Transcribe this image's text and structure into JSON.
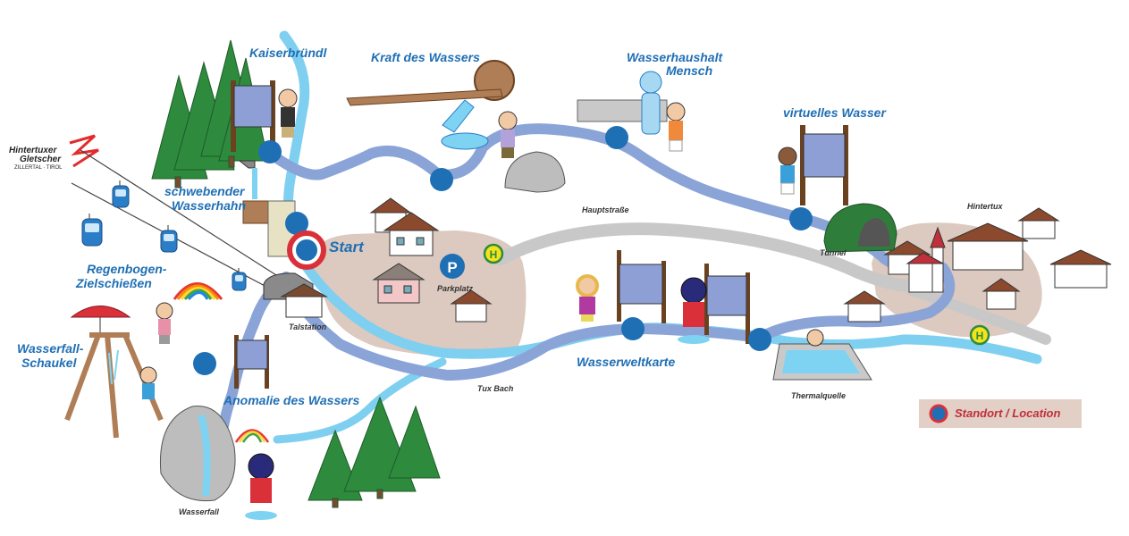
{
  "logo": {
    "line1": "Hintertuxer",
    "line2": "Gletscher",
    "line3": "ZILLERTAL · TIROL",
    "accent_color": "#e32b2b"
  },
  "stations": {
    "kaiserbruendl": "Kaiserbründl",
    "kraft": "Kraft des Wassers",
    "haushalt_1": "Wasserhaushalt",
    "haushalt_2": "Mensch",
    "virtuell": "virtuelles Wasser",
    "hahn_1": "schwebender",
    "hahn_2": "Wasserhahn",
    "start": "Start",
    "regenbogen_1": "Regenbogen-",
    "regenbogen_2": "Zielschießen",
    "schaukel_1": "Wasserfall-",
    "schaukel_2": "Schaukel",
    "anomalie": "Anomalie des Wassers",
    "weltkarte": "Wasserweltkarte"
  },
  "places": {
    "hauptstrasse": "Hauptstraße",
    "hintertux": "Hintertux",
    "tunnel": "Tunnel",
    "parkplatz": "Parkplatz",
    "talstation": "Talstation",
    "tux_bach": "Tux Bach",
    "thermalquelle": "Thermalquelle",
    "wasserfall": "Wasserfall",
    "parking_symbol": "P",
    "bus_symbol": "H"
  },
  "legend": {
    "label": "Standort / Location",
    "bg_color": "#e2cfc6"
  },
  "colors": {
    "river": "#7ecff0",
    "trail": "#8aa4d8",
    "road": "#c8c8c8",
    "ground": "#dcc9bf",
    "station_dot": "#1f6fb4",
    "start_ring": "#d9303a",
    "tree": "#2e8b3e",
    "sign": "#8d9fd4",
    "label_blue": "#1f6fb4",
    "bus_yellow": "#f4e21a"
  }
}
